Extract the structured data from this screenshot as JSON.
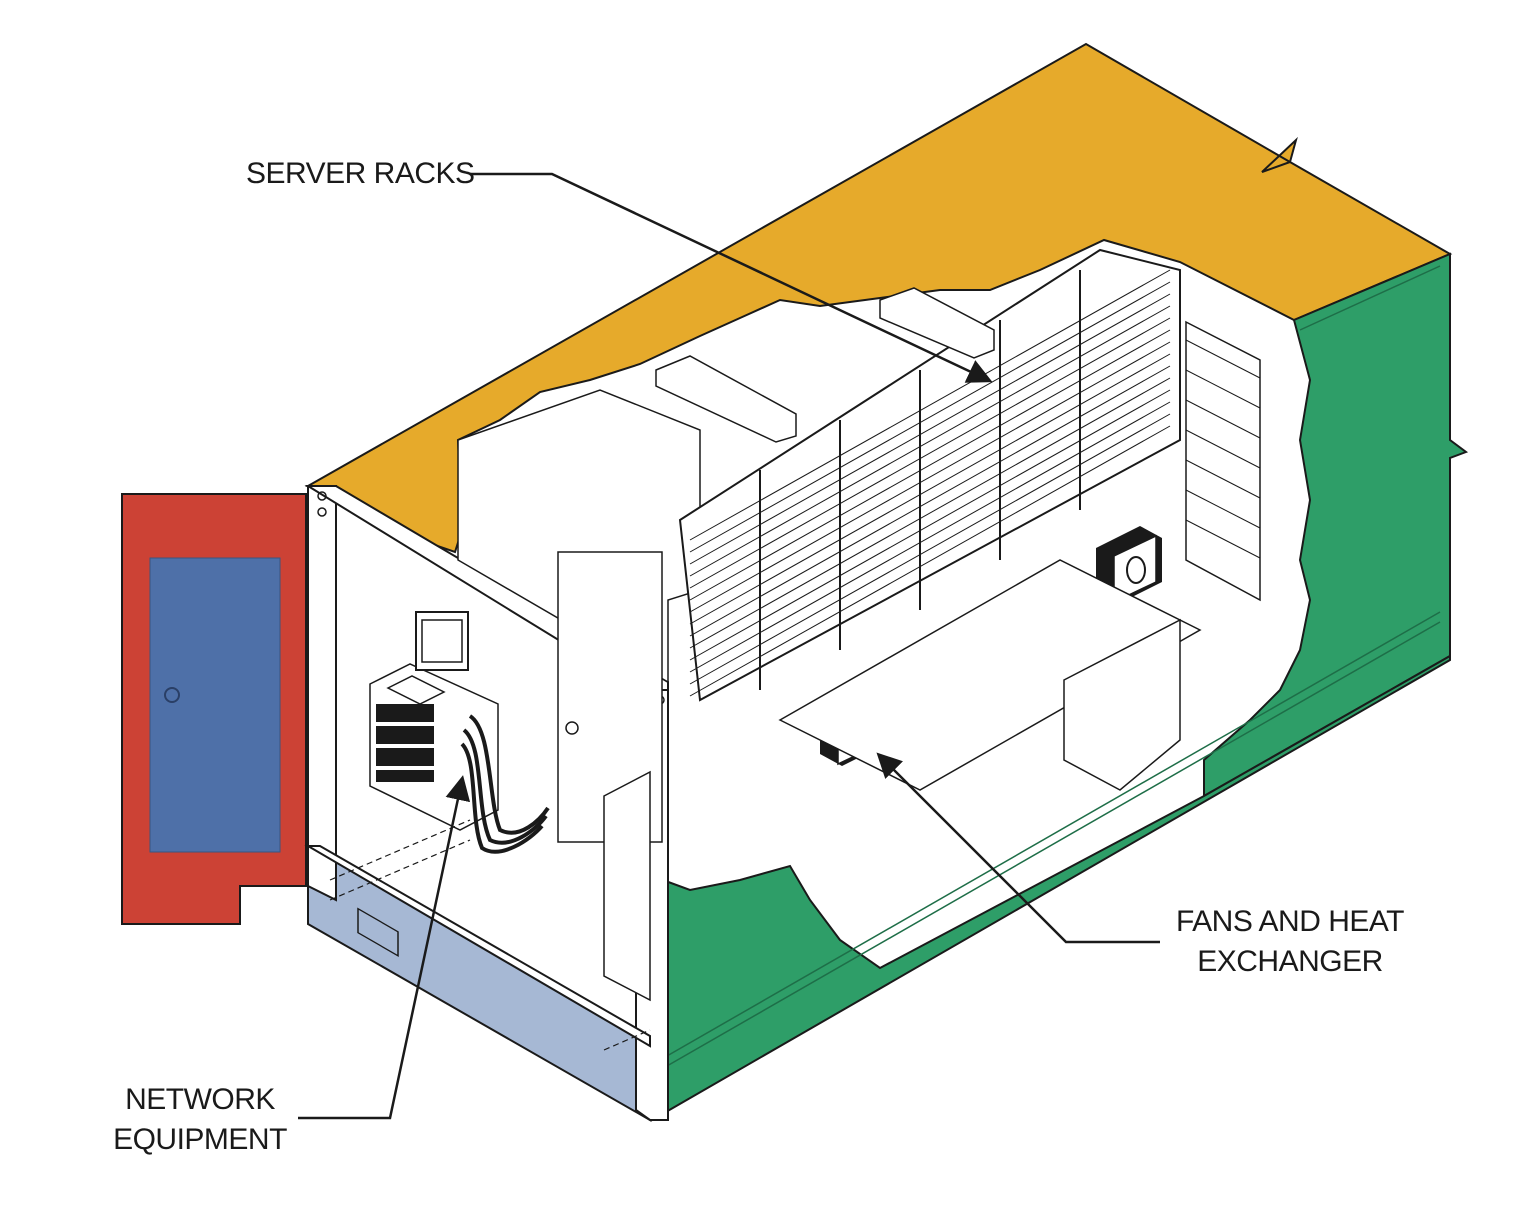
{
  "labels": {
    "server_racks": "SERVER RACKS",
    "fans_line1": "FANS AND HEAT",
    "fans_line2": "EXCHANGER",
    "network_line1": "NETWORK",
    "network_line2": "EQUIPMENT"
  },
  "colors": {
    "roof": "#E6AA2B",
    "side_wall": "#2E9E68",
    "door_frame": "#CC4235",
    "door_panel": "#4E70A8",
    "base_panel": "#A6B8D4",
    "outline": "#1a1a1a"
  },
  "icons": {
    "monitor": "monitor-icon",
    "fan": "fan-icon",
    "cables": "cable-bundle-icon"
  }
}
